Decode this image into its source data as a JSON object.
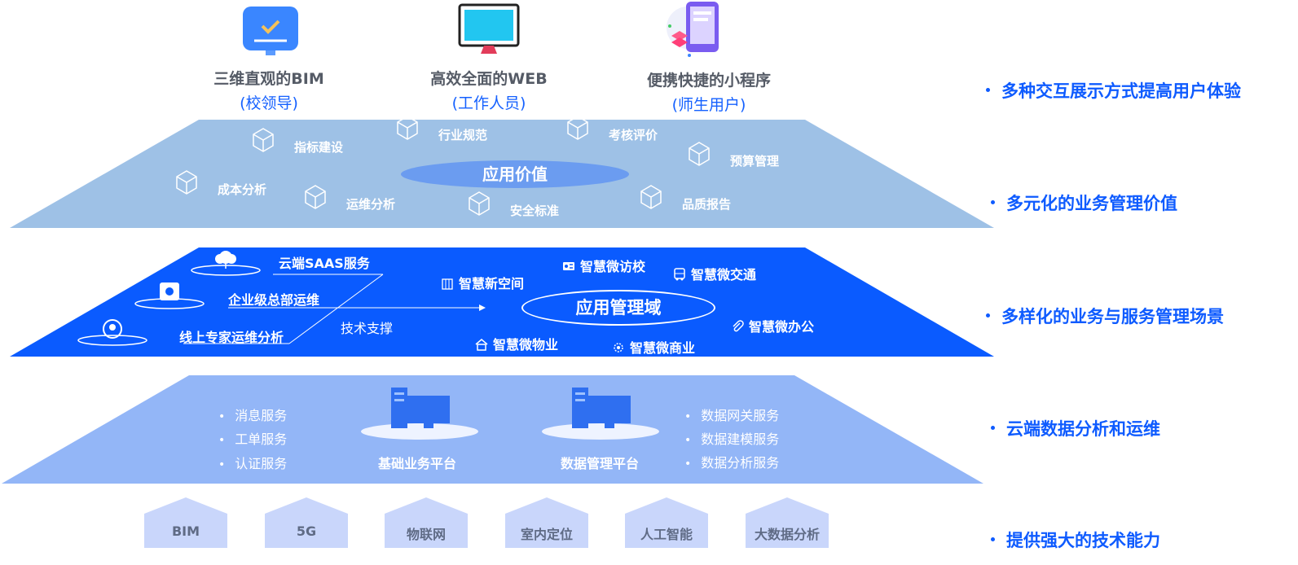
{
  "clients": [
    {
      "title": "三维直观的BIM",
      "sub": "(校领导)",
      "icon": "monitor-check-icon"
    },
    {
      "title": "高效全面的WEB",
      "sub": "(工作人员)",
      "icon": "desktop-computer-icon"
    },
    {
      "title": "便携快捷的小程序",
      "sub": "(师生用户)",
      "icon": "mobile-phone-icon"
    }
  ],
  "side_labels": [
    "多种交互展示方式提高用户体验",
    "多元化的业务管理价值",
    "多样化的业务与服务管理场景",
    "云端数据分析和运维",
    "提供强大的技术能力"
  ],
  "value_layer": {
    "center": "应用价值",
    "items": [
      "指标建设",
      "行业规范",
      "考核评价",
      "预算管理",
      "成本分析",
      "运维分析",
      "安全标准",
      "品质报告"
    ]
  },
  "scene_layer": {
    "center": "应用管理域",
    "left_services": [
      "云端SAAS服务",
      "企业级总部运维",
      "线上专家运维分析"
    ],
    "support": "技术支撑",
    "scenes": [
      "智慧新空间",
      "智慧微访校",
      "智慧微交通",
      "智慧微办公",
      "智慧微物业",
      "智慧微商业"
    ]
  },
  "platform_layer": {
    "left_services": [
      "消息服务",
      "工单服务",
      "认证服务"
    ],
    "platforms": [
      "基础业务平台",
      "数据管理平台"
    ],
    "right_services": [
      "数据网关服务",
      "数据建模服务",
      "数据分析服务"
    ]
  },
  "tech": [
    "BIM",
    "5G",
    "物联网",
    "室内定位",
    "人工智能",
    "大数据分析"
  ],
  "colors": {
    "accent": "#0e5bff",
    "value_layer": "#9ec1e6",
    "scene_layer": "#0a5bff",
    "platform_layer": "#93b6f7",
    "tech_box": "#c9d6fb"
  }
}
